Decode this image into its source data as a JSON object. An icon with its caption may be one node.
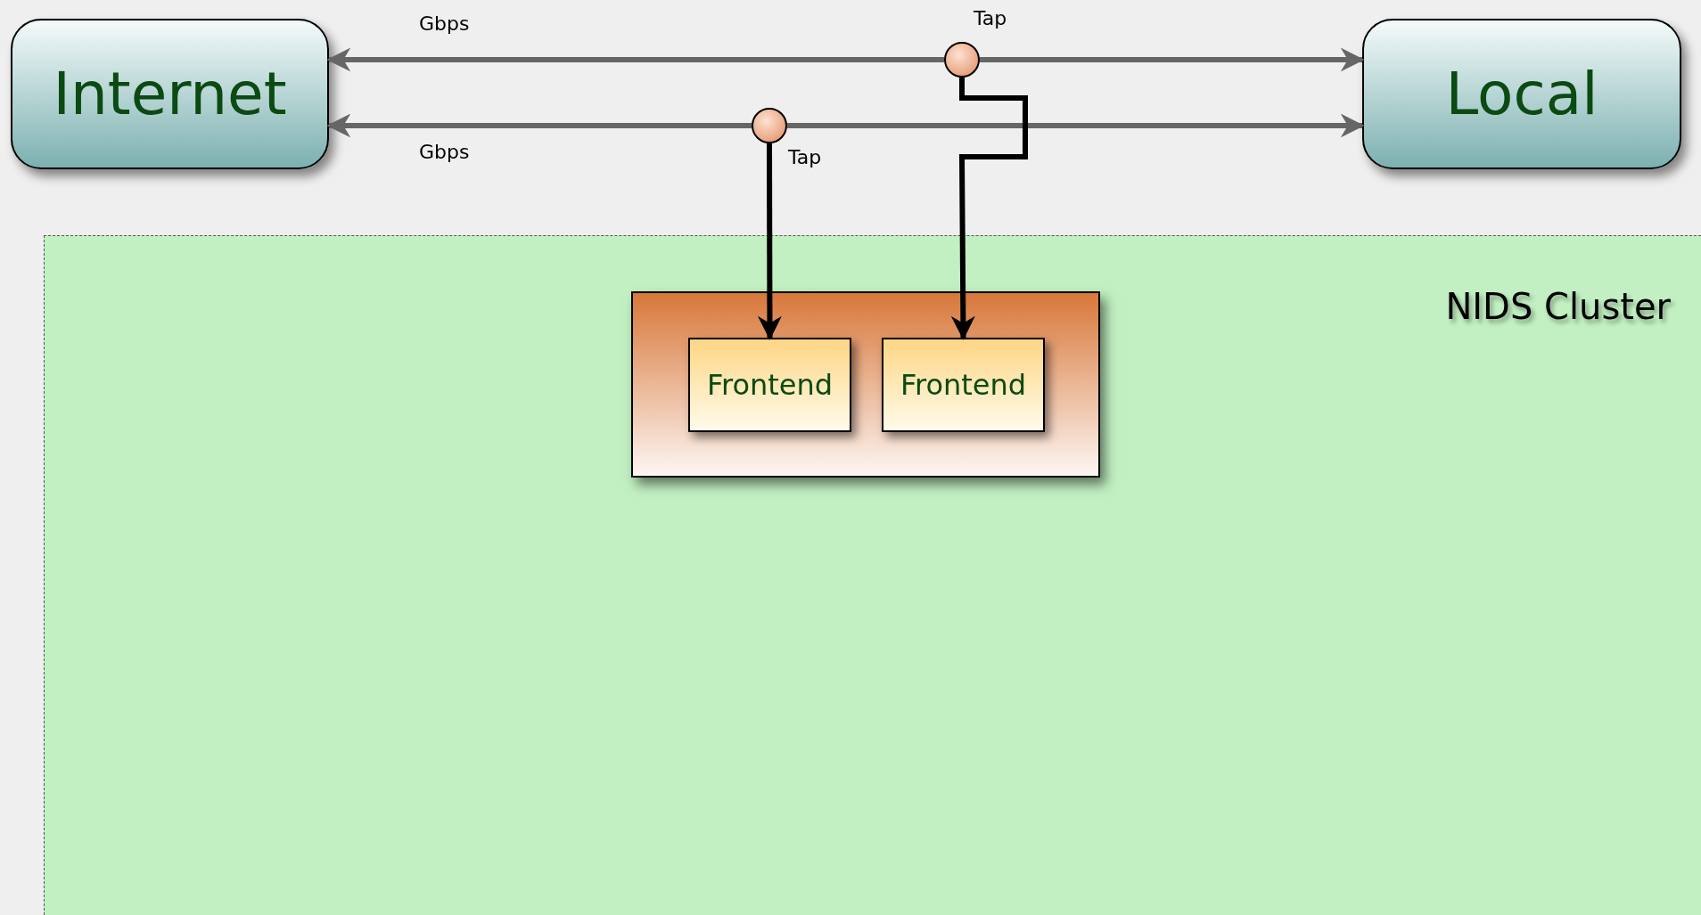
{
  "diagram": {
    "nodes": [
      {
        "text": [
          "Internet"
        ]
      },
      {
        "text": [
          "Local"
        ]
      },
      {
        "text": [],
        "shape": "circle",
        "beside": [
          "Tap"
        ]
      },
      {
        "text": [],
        "shape": "circle",
        "beside": [
          "Tap"
        ]
      },
      {
        "text": [
          "NIDS Cluster"
        ]
      },
      {
        "text": [],
        "shape": "box",
        "in": 4
      },
      {
        "text": [
          "Frontend"
        ],
        "in": 5
      },
      {
        "text": [
          "Frontend"
        ],
        "in": 5
      }
    ],
    "edges": [
      {
        "from": 2,
        "to": 0,
        "arrow": "to",
        "label": "Gbps",
        "color": "#666666"
      },
      {
        "from": 2,
        "to": 1,
        "arrow": "to",
        "color": "#666666"
      },
      {
        "from": 3,
        "to": 0,
        "arrow": "to",
        "label": "Gbps",
        "color": "#666666"
      },
      {
        "from": 3,
        "to": 1,
        "arrow": "to",
        "color": "#666666"
      },
      {
        "from": 3,
        "to": 6,
        "arrow": "to",
        "color": "#000000"
      },
      {
        "from": 2,
        "to": 7,
        "arrow": "to",
        "color": "#000000"
      }
    ]
  }
}
